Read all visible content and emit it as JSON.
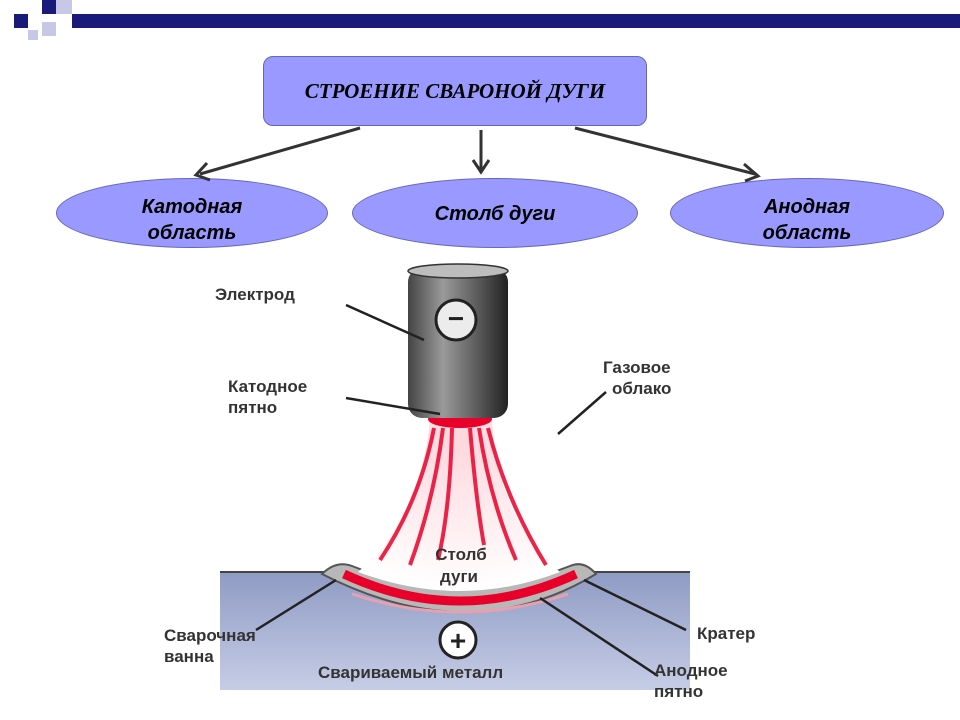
{
  "title": "СТРОЕНИЕ СВАРОНОЙ ДУГИ",
  "regions": [
    "Катодная область",
    "Столб дуги",
    "Анодная область"
  ],
  "labels": {
    "electrode": "Электрод",
    "cathode_spot_1": "Катодное",
    "cathode_spot_2": "пятно",
    "gas_cloud_1": "Газовое",
    "gas_cloud_2": "облако",
    "arc_column_1": "Столб",
    "arc_column_2": "дуги",
    "weld_pool_1": "Сварочная",
    "weld_pool_2": "ванна",
    "crater": "Кратер",
    "base_metal": "Свариваемый металл",
    "anode_spot_1": "Анодное",
    "anode_spot_2": "пятно"
  },
  "polarity": {
    "electrode": "−",
    "metal": "+"
  },
  "colors": {
    "box_fill": "#9999ff",
    "arc_red": "#e8002a",
    "electrode_grey": "#555555",
    "metal_blue": "#a9b4d6",
    "corner_navy": "#1a1a7a"
  }
}
